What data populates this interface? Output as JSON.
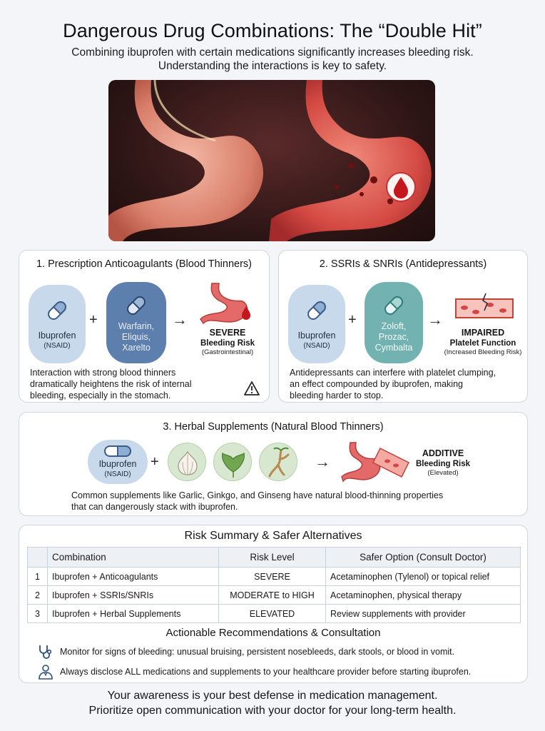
{
  "header": {
    "title": "Dangerous Drug Combinations: The “Double Hit”",
    "subtitle_line1": "Combining ibuprofen with certain medications significantly increases bleeding risk.",
    "subtitle_line2": "Understanding the interactions is key to safety."
  },
  "section1": {
    "title": "1. Prescription Anticoagulants (Blood Thinners)",
    "pill_left_main": "Ibuprofen",
    "pill_left_sub": "(NSAID)",
    "pill_right_line1": "Warfarin,",
    "pill_right_line2": "Eliquis,",
    "pill_right_line3": "Xarelto",
    "plus": "+",
    "arrow": "→",
    "risk_line1": "SEVERE",
    "risk_line2": "Bleeding Risk",
    "risk_line3": "(Gastrointestinal)",
    "text_line1": "Interaction with strong blood thinners",
    "text_line2": "dramatically heightens the risk of internal",
    "text_line3": "bleeding, especially in the stomach."
  },
  "section2": {
    "title": "2. SSRIs & SNRIs (Antidepressants)",
    "pill_left_main": "Ibuprofen",
    "pill_left_sub": "(NSAID)",
    "pill_right_line1": "Zoloft,",
    "pill_right_line2": "Prozac,",
    "pill_right_line3": "Cymbalta",
    "plus": "+",
    "arrow": "→",
    "risk_line1": "IMPAIRED",
    "risk_line2": "Platelet Function",
    "risk_line3": "(Increased Bleeding Risk)",
    "text_line1": "Antidepressants can interfere with platelet clumping,",
    "text_line2": "an effect compounded by ibuprofen, making",
    "text_line3": "bleeding harder to stop."
  },
  "section3": {
    "title": "3. Herbal Supplements (Natural Blood Thinners)",
    "pill_main": "Ibuprofen",
    "pill_sub": "(NSAID)",
    "plus": "+",
    "arrow": "→",
    "risk_line1": "ADDITIVE",
    "risk_line2": "Bleeding Risk",
    "risk_line3": "(Elevated)",
    "text_line1": "Common supplements like Garlic, Ginkgo, and Ginseng have natural blood-thinning properties",
    "text_line2": "that can dangerously stack with ibuprofen."
  },
  "summary": {
    "title": "Risk Summary & Safer Alternatives",
    "headers": [
      "Combination",
      "Risk Level",
      "Safer Option (Consult Doctor)"
    ],
    "rows": [
      {
        "num": "1",
        "combo": "Ibuprofen + Anticoagulants",
        "risk": "SEVERE",
        "option": "Acetaminophen (Tylenol) or topical relief"
      },
      {
        "num": "2",
        "combo": "Ibuprofen + SSRIs/SNRIs",
        "risk": "MODERATE to HIGH",
        "option": "Acetaminophen, physical therapy"
      },
      {
        "num": "3",
        "combo": "Ibuprofen + Herbal Supplements",
        "risk": "ELEVATED",
        "option": "Review supplements with provider"
      }
    ],
    "rec_title": "Actionable Recommendations & Consultation",
    "rec1": "Monitor for signs of bleeding: unusual bruising, persistent nosebleeds, dark stools, or blood in vomit.",
    "rec2": "Always disclose ALL medications and supplements to your healthcare provider before starting ibuprofen."
  },
  "footer": {
    "line1": "Your awareness is your best defense in medication management.",
    "line2": "Prioritize open communication with your doctor for your long-term health."
  },
  "colors": {
    "pill_blue": "#c9d9ec",
    "pill_dark_blue": "#5d7fae",
    "pill_teal": "#72b3b1",
    "stomach_red": "#e46a6a",
    "card_border": "#cfd6df"
  }
}
